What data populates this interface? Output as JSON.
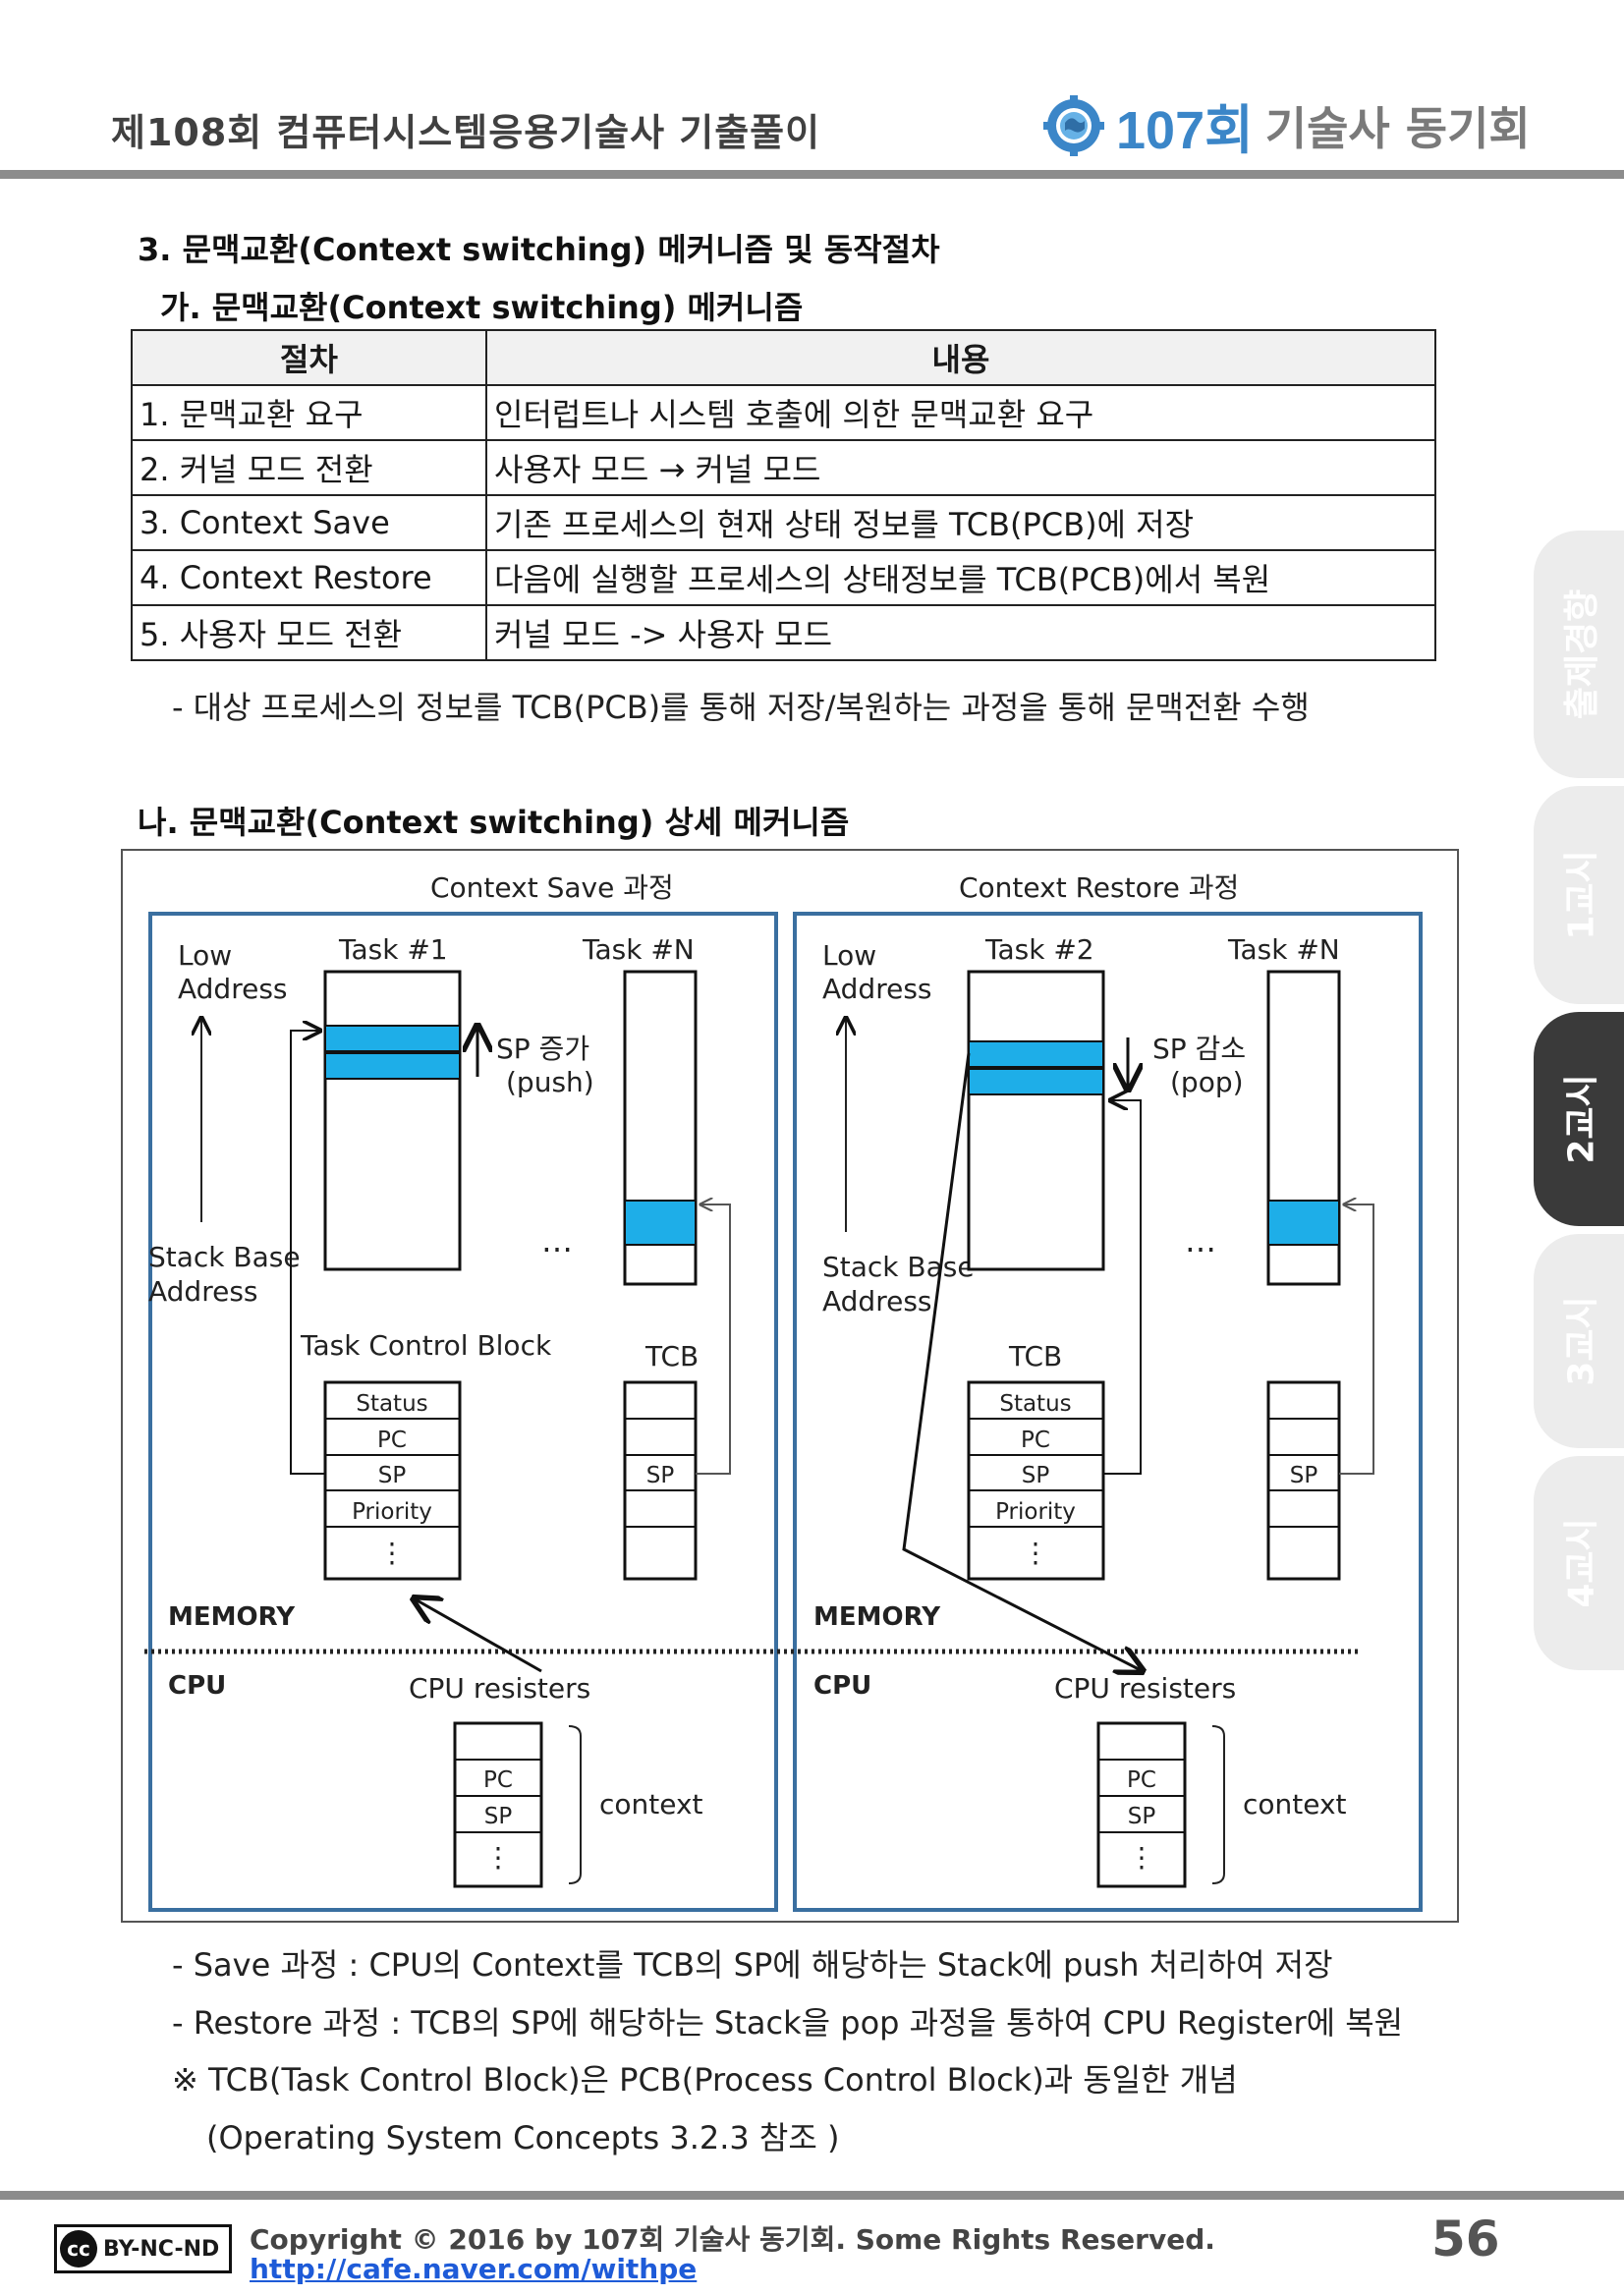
{
  "header": {
    "title": "제108회 컴퓨터시스템응용기술사 기출풀이",
    "logo_number": "107회",
    "logo_text": "기술사 동기회"
  },
  "section": {
    "title": "3. 문맥교환(Context switching) 메커니즘 및 동작절차",
    "sub_a": "가. 문맥교환(Context switching) 메커니즘",
    "table": {
      "headers": [
        "절차",
        "내용"
      ],
      "rows": [
        [
          "1. 문맥교환 요구",
          "인터럽트나 시스템 호출에 의한 문맥교환 요구"
        ],
        [
          "2. 커널 모드 전환",
          "사용자 모드 → 커널 모드"
        ],
        [
          "3. Context Save",
          "기존 프로세스의 현재 상태 정보를 TCB(PCB)에 저장"
        ],
        [
          "4. Context Restore",
          "다음에 실행할 프로세스의 상태정보를 TCB(PCB)에서 복원"
        ],
        [
          "5. 사용자 모드 전환",
          "커널 모드 -> 사용자 모드"
        ]
      ]
    },
    "note_a": "- 대상 프로세스의 정보를 TCB(PCB)를 통해 저장/복원하는 과정을 통해 문맥전환 수행",
    "sub_b": "나.  문맥교환(Context switching) 상세 메커니즘",
    "notes_b": [
      "- Save 과정 : CPU의 Context를 TCB의 SP에 해당하는 Stack에 push 처리하여 저장",
      "- Restore 과정 : TCB의 SP에 해당하는 Stack을 pop 과정을 통하여 CPU Register에 복원",
      "※ TCB(Task Control Block)은 PCB(Process Control Block)과 동일한 개념",
      "(Operating System Concepts 3.2.3 참조 )"
    ]
  },
  "diagram": {
    "left_title": "Context Save 과정",
    "right_title": "Context Restore 과정",
    "low_address": [
      "Low",
      "Address"
    ],
    "stack_base": [
      "Stack Base",
      "Address"
    ],
    "left_task": "Task #1",
    "right_task": "Task #2",
    "task_n": "Task #N",
    "sp_inc": [
      "SP 증가",
      "(push)"
    ],
    "sp_dec": [
      "SP 감소",
      "(pop)"
    ],
    "ellipsis": "…",
    "tcb_title_left": "Task Control Block",
    "tcb_title_right": "TCB",
    "tcb_label": "TCB",
    "tcb_fields": [
      "Status",
      "PC",
      "SP",
      "Priority",
      "⋮"
    ],
    "sp_label": "SP",
    "memory": "MEMORY",
    "cpu": "CPU",
    "cpu_registers": "CPU resisters",
    "reg_fields": [
      "PC",
      "SP",
      "⋮"
    ],
    "context": "context",
    "colors": {
      "frame": "#3a6fa0",
      "stack_fill": "#1eaee8"
    }
  },
  "tabs": [
    "출제경향",
    "1교시",
    "2교시",
    "3교시",
    "4교시"
  ],
  "active_tab": "2교시",
  "footer": {
    "cc_license": "BY-NC-ND",
    "cc_mark": "cc",
    "copyright": "Copyright © 2016 by 107회 기술사 동기회. Some Rights Reserved.",
    "link": "http://cafe.naver.com/withpe",
    "page_number": "56"
  }
}
